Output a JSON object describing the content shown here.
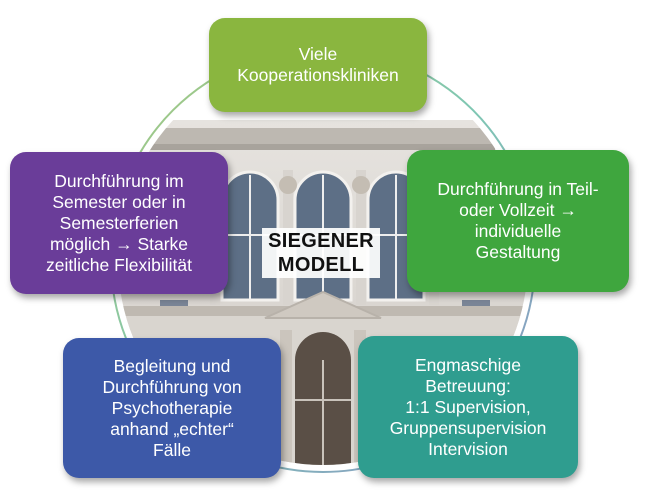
{
  "center": {
    "line1": "SIEGENER",
    "line2": "MODELL"
  },
  "boxes": {
    "top": {
      "text": "Viele\nKooperationskliniken",
      "color": "#8ab63f"
    },
    "right": {
      "text": "Durchführung in Teil-\noder Vollzeit →\nindividuelle\nGestaltung",
      "color": "#3fa63e"
    },
    "bottom_right": {
      "text": "Engmaschige\nBetreuung:\n1:1 Supervision,\nGruppensupervision\nIntervision",
      "color": "#2f9d8f"
    },
    "bottom_left": {
      "text": "Begleitung und\nDurchführung von\nPsychotherapie\nanhand „echter“\nFälle",
      "color": "#3d59a8"
    },
    "left": {
      "text": "Durchführung im\nSemester oder in\nSemesterferien\nmöglich → Starke\nzeitliche Flexibilität",
      "color": "#6a3d99"
    }
  }
}
